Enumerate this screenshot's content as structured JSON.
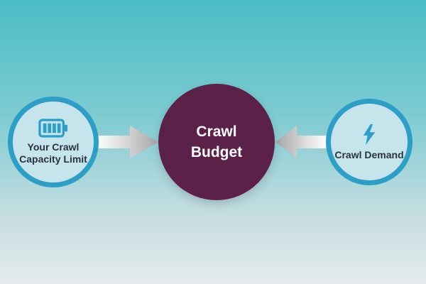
{
  "title": "Crawl Budget diagram",
  "colors": {
    "background_gradient_top": "#4bbdc6",
    "background_gradient_bottom": "#e4ebec",
    "accent_teal": "#2d9fc6",
    "node_fill": "#c5e4ec",
    "center_node_fill": "#5b2149",
    "text_dark": "#2a3440",
    "text_light": "#ffffff",
    "arrow_gray": "#a5a4a6",
    "arrow_white": "#fdfefe"
  },
  "diagram": {
    "left_node": {
      "icon": "battery-icon",
      "label_line1": "Your Crawl",
      "label_line2": "Capacity Limit"
    },
    "center_node": {
      "label_line1": "Crawl",
      "label_line2": "Budget"
    },
    "right_node": {
      "icon": "lightning-bolt-icon",
      "label": "Crawl Demand"
    },
    "arrows": {
      "left_arrow_direction": "right",
      "right_arrow_direction": "left"
    }
  }
}
